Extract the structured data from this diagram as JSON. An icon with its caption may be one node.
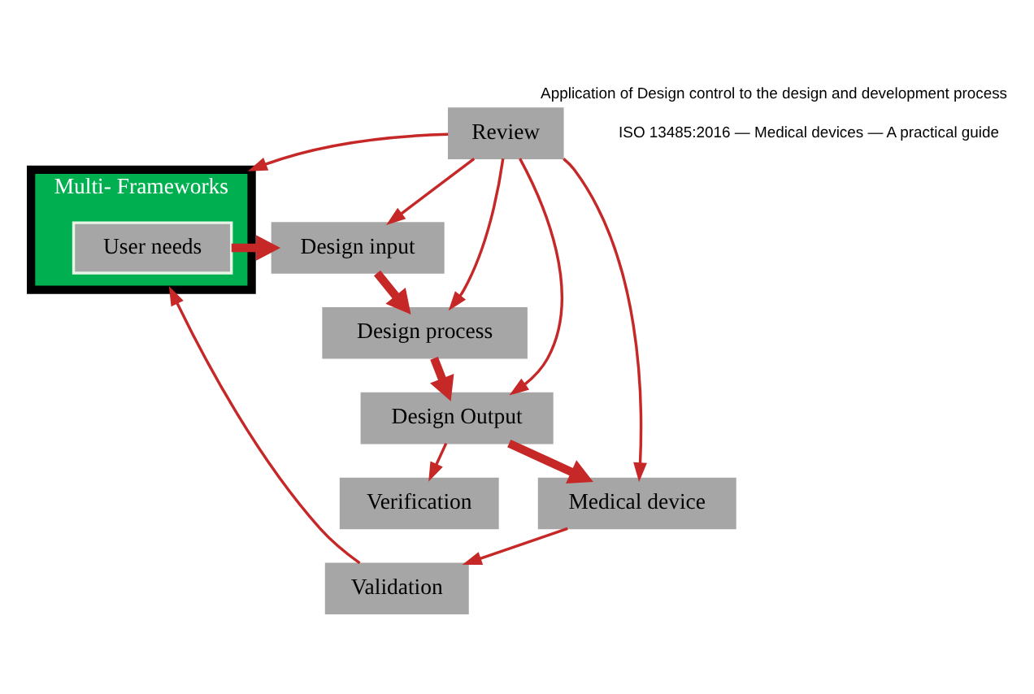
{
  "diagram": {
    "title": "Application of Design control to the design and development process",
    "nodes": [
      {
        "text": [
          "Multi- Frameworks"
        ]
      },
      {
        "text": [
          "User needs"
        ],
        "in": 0
      },
      {
        "text": [
          "Review"
        ]
      },
      {
        "text": [
          "Design input"
        ]
      },
      {
        "text": [
          "Design process"
        ]
      },
      {
        "text": [
          "Design Output"
        ]
      },
      {
        "text": [
          "Verification"
        ]
      },
      {
        "text": [
          "Medical device"
        ]
      },
      {
        "text": [
          "Validation"
        ]
      }
    ],
    "edges": [
      {
        "from": 2,
        "to": 0,
        "arrow": "to"
      },
      {
        "from": 2,
        "to": 3,
        "arrow": "to"
      },
      {
        "from": 2,
        "to": 4,
        "arrow": "to"
      },
      {
        "from": 2,
        "to": 5,
        "arrow": "to"
      },
      {
        "from": 2,
        "to": 7,
        "arrow": "to"
      },
      {
        "from": 1,
        "to": 3,
        "arrow": "to",
        "style": "thick"
      },
      {
        "from": 3,
        "to": 4,
        "arrow": "to",
        "style": "thick"
      },
      {
        "from": 4,
        "to": 5,
        "arrow": "to",
        "style": "thick"
      },
      {
        "from": 5,
        "to": 6,
        "arrow": "to"
      },
      {
        "from": 5,
        "to": 7,
        "arrow": "to",
        "style": "thick"
      },
      {
        "from": 7,
        "to": 8,
        "arrow": "to"
      },
      {
        "from": 8,
        "to": 0,
        "arrow": "to"
      }
    ],
    "labels": [
      "ISO 13485:2016 — Medical devices — A practical guide"
    ]
  }
}
